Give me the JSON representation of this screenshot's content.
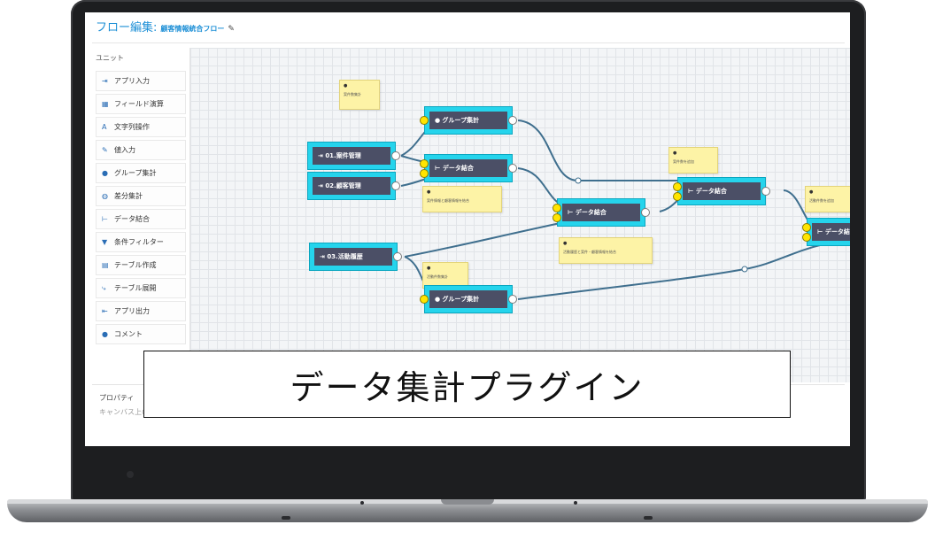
{
  "header": {
    "title": "フロー編集:",
    "flow_name": "顧客情報統合フロー",
    "edit_icon": "pencil-icon"
  },
  "sidebar": {
    "title": "ユニット",
    "items": [
      {
        "label": "アプリ入力",
        "icon": "app-input-icon",
        "glyph": "⇥"
      },
      {
        "label": "フィールド演算",
        "icon": "field-calc-icon",
        "glyph": "▦"
      },
      {
        "label": "文字列操作",
        "icon": "text-op-icon",
        "glyph": "A"
      },
      {
        "label": "値入力",
        "icon": "value-input-icon",
        "glyph": "✎"
      },
      {
        "label": "グループ集計",
        "icon": "group-agg-icon",
        "glyph": "●"
      },
      {
        "label": "差分集計",
        "icon": "diff-agg-icon",
        "glyph": "◍"
      },
      {
        "label": "データ結合",
        "icon": "data-join-icon",
        "glyph": "⊢"
      },
      {
        "label": "条件フィルター",
        "icon": "filter-icon",
        "glyph": "▼"
      },
      {
        "label": "テーブル作成",
        "icon": "table-create-icon",
        "glyph": "▤"
      },
      {
        "label": "テーブル展開",
        "icon": "table-expand-icon",
        "glyph": "⤷"
      },
      {
        "label": "アプリ出力",
        "icon": "app-output-icon",
        "glyph": "⇤"
      },
      {
        "label": "コメント",
        "icon": "comment-icon",
        "glyph": "●"
      }
    ]
  },
  "canvas": {
    "nodes": [
      {
        "id": "input1",
        "label": "01.案件管理",
        "glyph": "⇥"
      },
      {
        "id": "input2",
        "label": "02.顧客管理",
        "glyph": "⇥"
      },
      {
        "id": "input3",
        "label": "03.活動履歴",
        "glyph": "⇥"
      },
      {
        "id": "group1",
        "label": "グループ集計",
        "glyph": "●"
      },
      {
        "id": "join1",
        "label": "データ結合",
        "glyph": "⊢"
      },
      {
        "id": "join2",
        "label": "データ結合",
        "glyph": "⊢"
      },
      {
        "id": "join3",
        "label": "データ結合",
        "glyph": "⊢"
      },
      {
        "id": "join4",
        "label": "データ結合",
        "glyph": "⊢"
      },
      {
        "id": "group2",
        "label": "グループ集計",
        "glyph": "●"
      },
      {
        "id": "output1",
        "label": "",
        "glyph": "⇤"
      }
    ],
    "notes": [
      {
        "id": "note1",
        "text": "案件数集計"
      },
      {
        "id": "note2",
        "text": "案件情報と顧客情報を結合"
      },
      {
        "id": "note3",
        "text": "案件数を追加"
      },
      {
        "id": "note4",
        "text": "活動履歴と案件・顧客情報を結合"
      },
      {
        "id": "note5",
        "text": "活動件数集計"
      },
      {
        "id": "note6",
        "text": "活動件数を追加"
      }
    ]
  },
  "properties": {
    "title": "プロパティ",
    "hint": "キャンバス上の"
  },
  "caption": {
    "text": "データ集計プラグイン"
  },
  "colors": {
    "node_fill": "#25d4ec",
    "node_inner": "#4b4f66",
    "wire": "#3f6f8e",
    "port_in": "#ffe500",
    "note": "#fdf3a6",
    "title_blue": "#1d8fd6"
  }
}
